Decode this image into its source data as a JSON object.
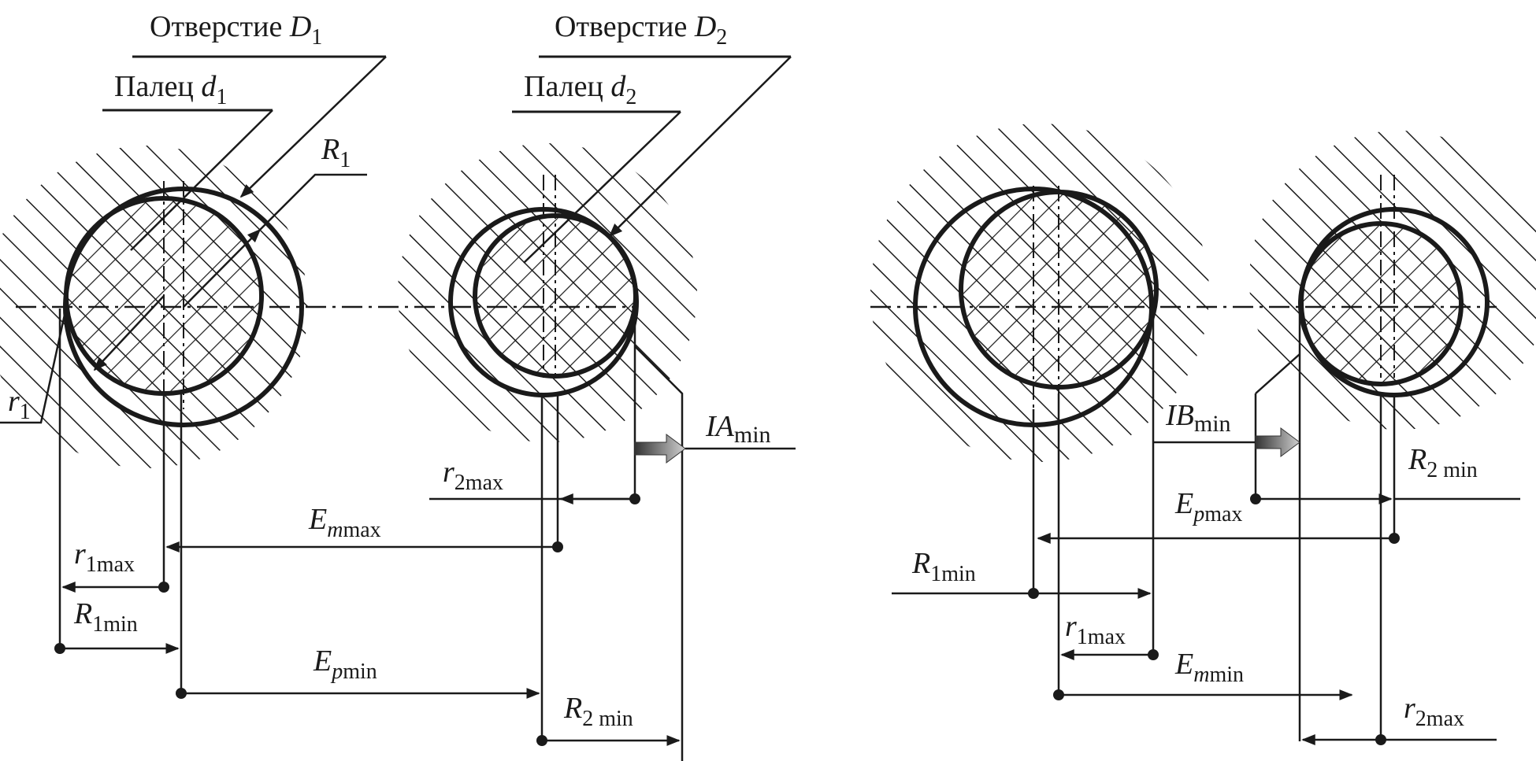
{
  "labels": {
    "hole_d1": "Отверстие",
    "hole_d1_sym": "D",
    "hole_d1_sub": "1",
    "pin_d1": "Палец",
    "pin_d1_sym": "d",
    "pin_d1_sub": "1",
    "hole_d2": "Отверстие",
    "hole_d2_sym": "D",
    "hole_d2_sub": "2",
    "pin_d2": "Палец",
    "pin_d2_sym": "d",
    "pin_d2_sub": "2",
    "R1": "R",
    "R1_sub": "1",
    "r1": "r",
    "r1_sub": "1",
    "IAmin": "IA",
    "IAmin_sub": "min",
    "IBmin": "IB",
    "IBmin_sub": "min",
    "L_r2max": "r",
    "L_r2max_sub": "2max",
    "L_Emmax": "E",
    "L_Emmax_sub": "m",
    "L_Emmax_sub2": "max",
    "L_r1max": "r",
    "L_r1max_sub": "1max",
    "L_R1min": "R",
    "L_R1min_sub": "1min",
    "L_Epmin": "E",
    "L_Epmin_sub": "p",
    "L_Epmin_sub2": "min",
    "L_R2min": "R",
    "L_R2min_sub": "2 min",
    "R_R2min": "R",
    "R_R2min_sub": "2 min",
    "R_Epmax": "E",
    "R_Epmax_sub": "p",
    "R_Epmax_sub2": "max",
    "R_R1min": "R",
    "R_R1min_sub": "1min",
    "R_r1max": "r",
    "R_r1max_sub": "1max",
    "R_Emmin": "E",
    "R_Emmin_sub": "m",
    "R_Emmin_sub2": "min",
    "R_r2max": "r",
    "R_r2max_sub": "2max"
  },
  "colors": {
    "ink": "#1a1a1a",
    "background": "#ffffff"
  }
}
